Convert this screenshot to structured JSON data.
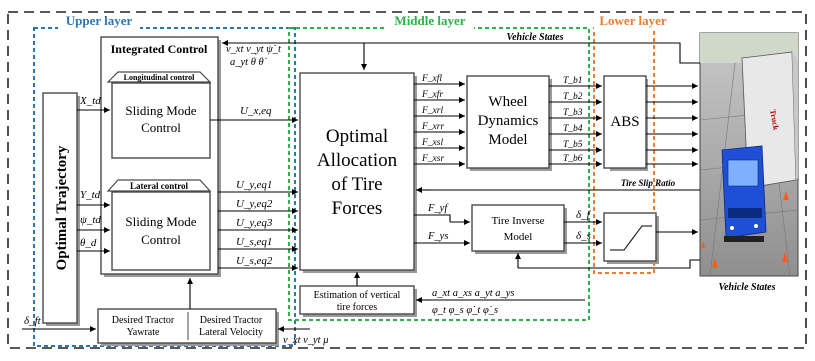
{
  "layers": {
    "upper": "Upper layer",
    "middle": "Middle layer",
    "lower": "Lower layer"
  },
  "colors": {
    "upper": "#2e75b6",
    "middle": "#2eb34a",
    "lower": "#ed7d31",
    "outer": "#222222",
    "truck_cab": "#1e4fd6",
    "truck_trailer": "#e8e8e8"
  },
  "blocks": {
    "optimal_trajectory": "Optimal Trajectory",
    "integrated_control": "Integrated Control",
    "longitudinal_control": "Longitudinal control",
    "longitudinal_smc": [
      "Sliding Mode",
      "Control"
    ],
    "lateral_control": "Lateral control",
    "lateral_smc": [
      "Sliding Mode",
      "Control"
    ],
    "optimal_allocation": [
      "Optimal",
      "Allocation",
      "of Tire",
      "Forces"
    ],
    "wheel_dynamics": [
      "Wheel",
      "Dynamics",
      "Model"
    ],
    "abs": "ABS",
    "tire_inverse": [
      "Tire Inverse",
      "Model"
    ],
    "estimation": [
      "Estimation of vertical",
      "tire forces"
    ],
    "desired_yawrate": [
      "Desired Tractor",
      "Yawrate"
    ],
    "desired_lateral_velocity": [
      "Desired Tractor",
      "Lateral Velocity"
    ]
  },
  "signals": {
    "vehicle_states_top": "Vehicle States",
    "vehicle_states_bottom": "Vehicle States",
    "tire_slip_ratio": "Tire Slip Ratio",
    "states_top_line1": "v_xt v_yt ψ̇_t",
    "states_top_line2": "a_yt θ θ̇",
    "x_td": "X_td",
    "y_td": "Y_td",
    "psi_td": "ψ_td",
    "theta_d": "θ_d",
    "u_x_eq": "U_x,eq",
    "u_y_eq1": "U_y,eq1",
    "u_y_eq2": "U_y,eq2",
    "u_y_eq3": "U_y,eq3",
    "u_s_eq1": "U_s,eq1",
    "u_s_eq2": "U_s,eq2",
    "fx": [
      "F_xfl",
      "F_xfr",
      "F_xrl",
      "F_xrr",
      "F_xsl",
      "F_xsr"
    ],
    "tb": [
      "T_b1",
      "T_b2",
      "T_b3",
      "T_b4",
      "T_b5",
      "T_b6"
    ],
    "f_yf": "F_yf",
    "f_ys": "F_ys",
    "delta_f": "δ_f",
    "delta_s": "δ_s",
    "delta_ft": "δ_ft",
    "accel_line1": "a_xt a_xs a_yt a_ys",
    "accel_line2": "φ_t φ_s φ̇_t φ̇_s",
    "bottom_states": "v_xt v_yt μ"
  }
}
